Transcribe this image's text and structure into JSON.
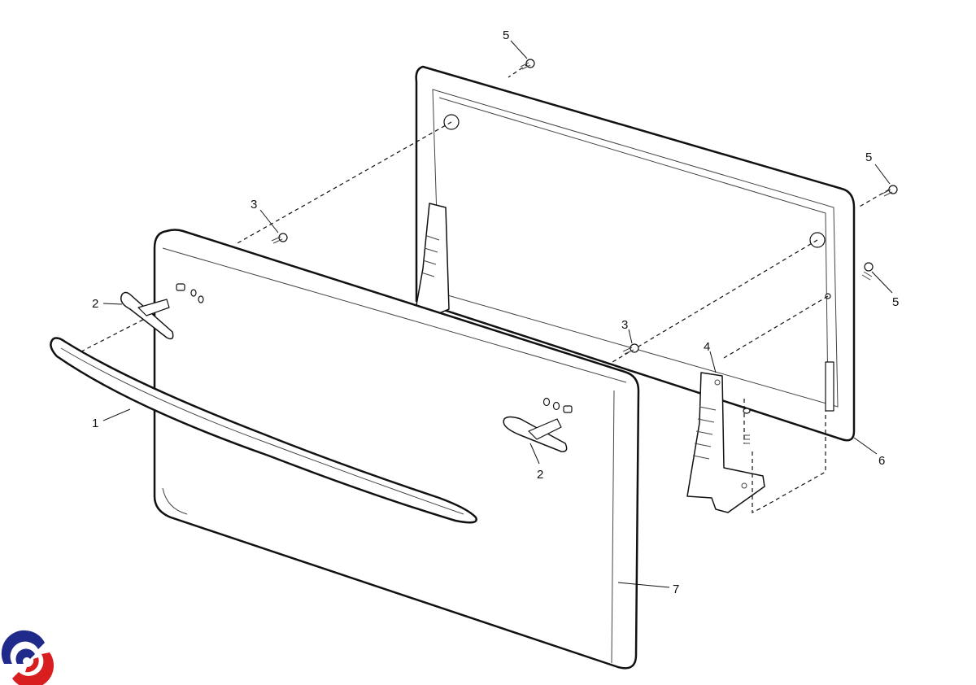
{
  "diagram": {
    "parts": [
      {
        "id": "door-handle",
        "label": "1"
      },
      {
        "id": "handle-bracket",
        "label": "2"
      },
      {
        "id": "screw-handle",
        "label": "3"
      },
      {
        "id": "hinge",
        "label": "4"
      },
      {
        "id": "screw-panel",
        "label": "5"
      },
      {
        "id": "inner-door-panel",
        "label": "6"
      },
      {
        "id": "outer-door-panel",
        "label": "7"
      }
    ],
    "callouts": {
      "c5a": "5",
      "c5b": "5",
      "c5c": "5",
      "c3a": "3",
      "c3b": "3",
      "c2a": "2",
      "c2b": "2",
      "c1": "1",
      "c4": "4",
      "c6": "6",
      "c7": "7"
    },
    "logo": {
      "colors": [
        "#1f2a8a",
        "#d81e1e"
      ]
    }
  }
}
